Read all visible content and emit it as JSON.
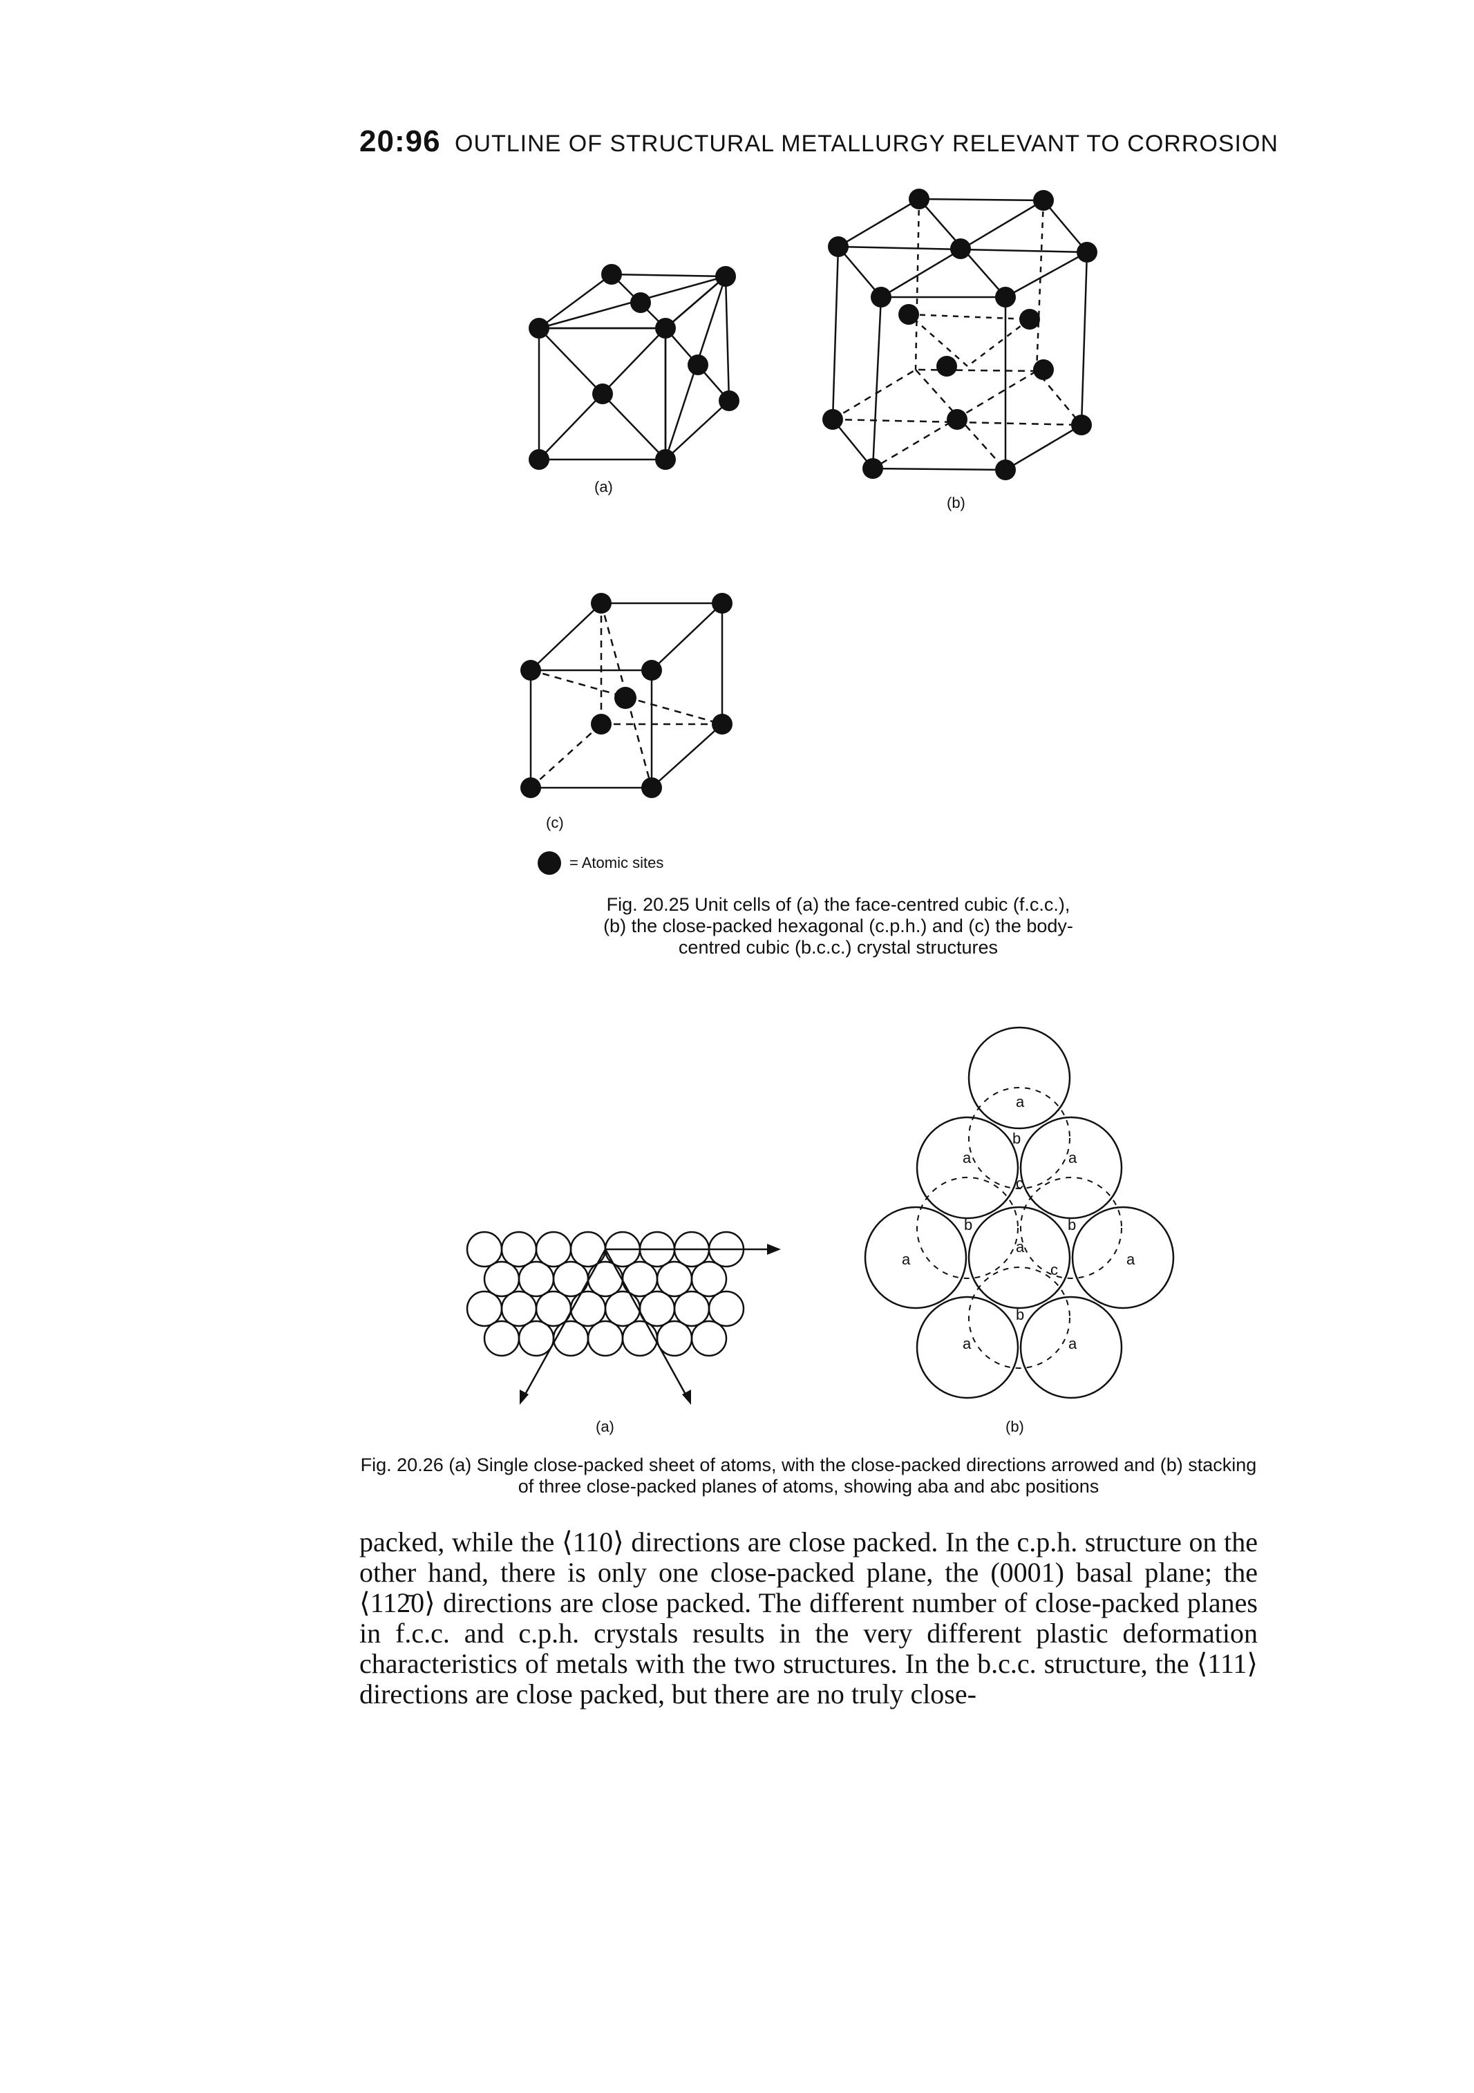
{
  "header": {
    "page_number": "20:96",
    "running_title": "OUTLINE OF STRUCTURAL METALLURGY RELEVANT TO CORROSION"
  },
  "fig25": {
    "label_a": "(a)",
    "label_b": "(b)",
    "label_c": "(c)",
    "legend_text": "= Atomic sites",
    "caption": "Fig. 20.25  Unit cells of (a) the face-centred cubic (f.c.c.), (b) the close-packed hexagonal (c.p.h.) and (c) the body-centred cubic (b.c.c.) crystal structures"
  },
  "fig26": {
    "label_a": "(a)",
    "label_b": "(b)",
    "site_a": "a",
    "site_b": "b",
    "site_c": "c",
    "caption": "Fig. 20.26  (a) Single close-packed sheet of atoms, with the close-packed directions arrowed and (b) stacking of three close-packed planes of atoms, showing aba and abc positions"
  },
  "body": {
    "paragraph": "packed, while the ⟨110⟩ directions are close packed. In the c.p.h. structure on the other hand, there is only one close-packed plane, the (0001) basal plane; the ⟨112̄0⟩ directions are close packed. The different number of close-packed planes in f.c.c. and c.p.h. crystals results in the very different plastic deformation characteristics of metals with the two structures. In the b.c.c. structure, the ⟨111⟩ directions are close packed, but there are no truly close-"
  }
}
